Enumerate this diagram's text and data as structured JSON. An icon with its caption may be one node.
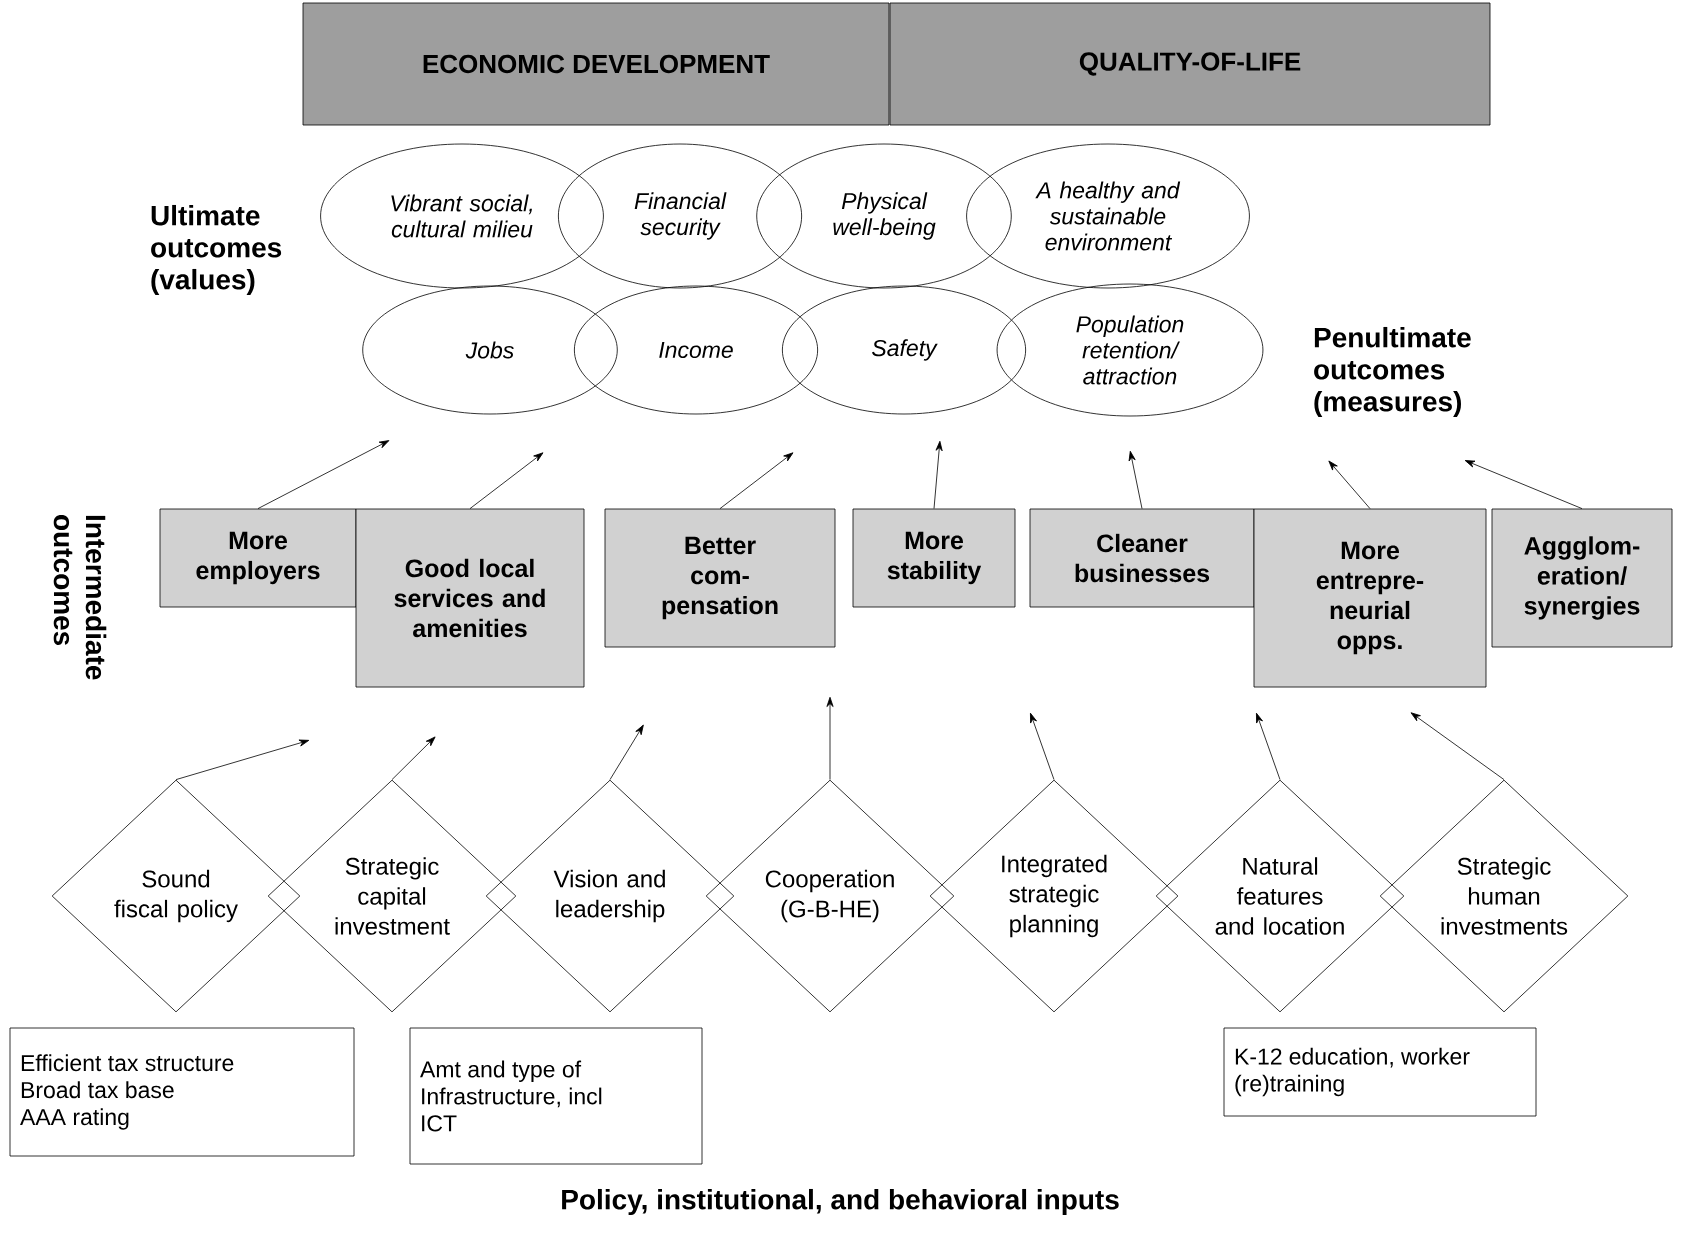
{
  "diagram": {
    "nodes": [
      {
        "text": [
          "ECONOMIC DEVELOPMENT"
        ]
      },
      {
        "text": [
          "QUALITY-OF-LIFE"
        ]
      },
      {
        "text": [
          "Vibrant social, cultural milieu"
        ]
      },
      {
        "text": [
          "Financial security"
        ]
      },
      {
        "text": [
          "Physical well-being"
        ]
      },
      {
        "text": [
          "A healthy and sustainable environment"
        ]
      },
      {
        "text": [
          "Jobs"
        ]
      },
      {
        "text": [
          "Income"
        ]
      },
      {
        "text": [
          "Safety"
        ]
      },
      {
        "text": [
          "Population retention/ attraction"
        ]
      },
      {
        "text": [
          "More employers"
        ]
      },
      {
        "text": [
          "Good local services and amenities"
        ]
      },
      {
        "text": [
          "Better com- pensation"
        ]
      },
      {
        "text": [
          "More stability"
        ]
      },
      {
        "text": [
          "Cleaner businesses"
        ]
      },
      {
        "text": [
          "More entrepre- neurial opps."
        ]
      },
      {
        "text": [
          "Aggglom- eration/ synergies"
        ]
      },
      {
        "text": [
          "Sound fiscal policy"
        ]
      },
      {
        "text": [
          "Strategic capital investment"
        ]
      },
      {
        "text": [
          "Vision and leadership"
        ]
      },
      {
        "text": [
          "Cooperation (G-B-HE)"
        ]
      },
      {
        "text": [
          "Integrated strategic planning"
        ]
      },
      {
        "text": [
          "Natural features and location"
        ]
      },
      {
        "text": [
          "Strategic human investments"
        ]
      },
      {
        "text": [
          "Efficient tax structure",
          "Broad tax base",
          "AAA rating"
        ]
      },
      {
        "text": [
          "Amt and type of Infrastructure, incl ICT"
        ]
      },
      {
        "text": [
          "K-12 education, worker (re)training"
        ]
      }
    ],
    "edges": [
      {
        "from": 10,
        "to": null,
        "arrow": "to"
      },
      {
        "from": 11,
        "to": null,
        "arrow": "to"
      },
      {
        "from": 12,
        "to": null,
        "arrow": "to"
      },
      {
        "from": 13,
        "to": null,
        "arrow": "to"
      },
      {
        "from": 14,
        "to": null,
        "arrow": "to"
      },
      {
        "from": 15,
        "to": null,
        "arrow": "to"
      },
      {
        "from": 16,
        "to": null,
        "arrow": "to"
      },
      {
        "from": 17,
        "to": null,
        "arrow": "to"
      },
      {
        "from": 18,
        "to": null,
        "arrow": "to"
      },
      {
        "from": 19,
        "to": null,
        "arrow": "to"
      },
      {
        "from": 20,
        "to": null,
        "arrow": "to"
      },
      {
        "from": 21,
        "to": null,
        "arrow": "to"
      },
      {
        "from": 22,
        "to": null,
        "arrow": "to"
      },
      {
        "from": 23,
        "to": null,
        "arrow": "to"
      }
    ],
    "labels": [
      "Ultimate outcomes (values)",
      "Penultimate outcomes (measures)",
      "Intermediate outcomes",
      "Policy, institutional, and behavioral inputs"
    ]
  }
}
